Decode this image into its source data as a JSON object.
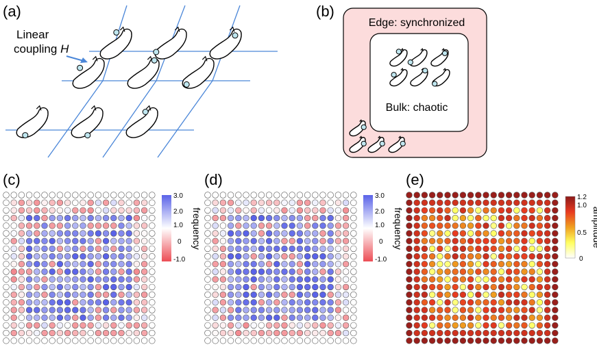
{
  "panels": {
    "a": {
      "label": "(a)",
      "annotation_line1": "Linear",
      "annotation_line2": "coupling ",
      "annotation_symbol": "H"
    },
    "b": {
      "label": "(b)",
      "edge_text": "Edge: synchronized",
      "bulk_text": "Bulk: chaotic",
      "colors": {
        "edge_fill": "#fcdcdc",
        "bulk_fill": "#ffffff"
      }
    },
    "c": {
      "label": "(c)",
      "colorbar_title": "frequency",
      "colorbar_ticks": [
        "3.0",
        "2.0",
        "1.0",
        "0",
        "-1.0"
      ]
    },
    "d": {
      "label": "(d)",
      "colorbar_title": "frequency",
      "colorbar_ticks": [
        "3.0",
        "2.0",
        "1.0",
        "0",
        "-1.0"
      ]
    },
    "e": {
      "label": "(e)",
      "colorbar_title": "amplitude",
      "colorbar_ticks": [
        "1.2",
        "1.0",
        "0.5",
        "0"
      ]
    }
  },
  "colors": {
    "link": "#4a86d8",
    "marker": "#bfe6ef",
    "freq_high": "#5a63e8",
    "freq_low": "#ec4d55",
    "amp_high": "#8b1a1a",
    "amp_mid": "#f0a020",
    "amp_low": "#ffff60"
  }
}
